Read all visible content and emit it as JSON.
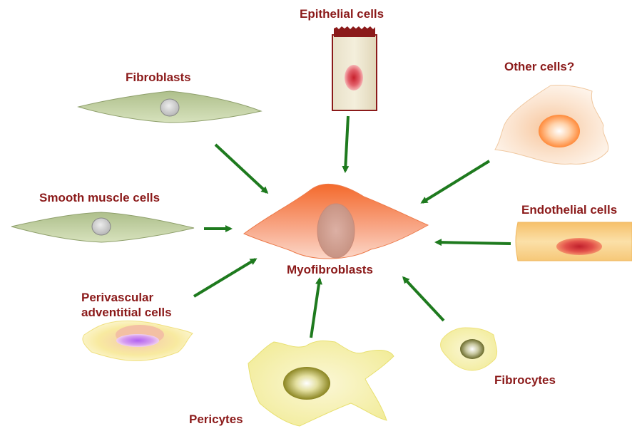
{
  "diagram": {
    "center": {
      "label": "Myofibroblasts"
    },
    "sources": [
      {
        "id": "epithelial",
        "label": "Epithelial cells"
      },
      {
        "id": "fibroblasts",
        "label": "Fibroblasts"
      },
      {
        "id": "other",
        "label": "Other cells?"
      },
      {
        "id": "smooth-muscle",
        "label": "Smooth muscle cells"
      },
      {
        "id": "endothelial",
        "label": "Endothelial cells"
      },
      {
        "id": "perivascular",
        "label": "Perivascular\nadventitial cells"
      },
      {
        "id": "pericytes",
        "label": "Pericytes"
      },
      {
        "id": "fibrocytes",
        "label": "Fibrocytes"
      }
    ],
    "colors": {
      "label": "#8b1a1a",
      "arrow": "#1e7a1e",
      "myofibroblast": "#f4875a",
      "spindle_cell": "#c9d6a8",
      "nucleus_red": "#d9363e",
      "yellow_cell": "#f3f0b0"
    }
  }
}
